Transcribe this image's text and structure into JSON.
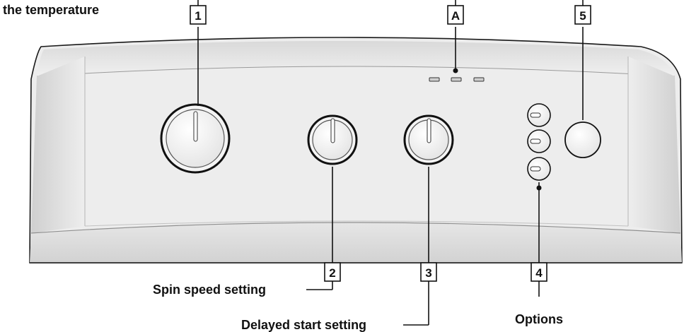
{
  "labels": {
    "temperature": "the temperature",
    "spin_speed": "Spin speed setting",
    "delayed_start": "Delayed start setting",
    "options": "Options"
  },
  "callouts": {
    "c1": "1",
    "c2": "2",
    "c3": "3",
    "c4": "4",
    "c5": "5",
    "cA": "A"
  },
  "colors": {
    "panel_fill": "#ededed",
    "panel_outline": "#1a1a1a",
    "knob_fill": "#f7f7f7",
    "leader_line": "#111111"
  }
}
